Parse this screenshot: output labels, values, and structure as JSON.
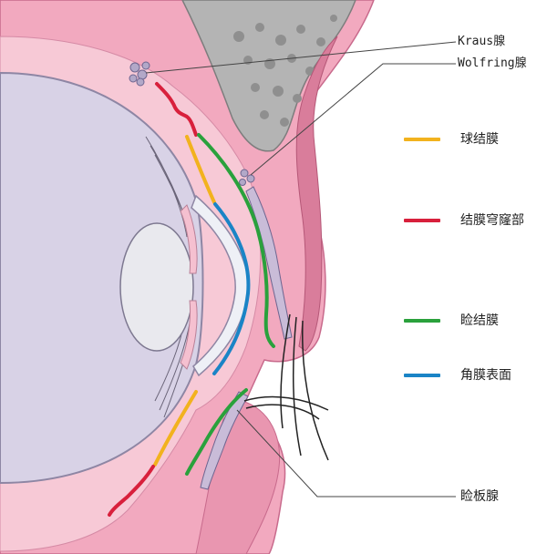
{
  "labels": {
    "kraus": "Kraus腺",
    "wolfring": "Wolfring腺",
    "meibomian": "睑板腺"
  },
  "legend": [
    {
      "key": "bulbar",
      "label": "球结膜",
      "color": "#f2b21e"
    },
    {
      "key": "fornix",
      "label": "结膜穹窿部",
      "color": "#d8203c"
    },
    {
      "key": "palpebral",
      "label": "睑结膜",
      "color": "#2aa13c"
    },
    {
      "key": "cornea",
      "label": "角膜表面",
      "color": "#1a84c6"
    }
  ],
  "colors": {
    "tissue_pink": "#f2a9bf",
    "tissue_light": "#f7c9d6",
    "tissue_dark": "#d97d9b",
    "bone_gray": "#b4b4b4",
    "eyeball": "#d8d2e6",
    "lens": "#e9e9ee",
    "gland": "#b2a8c8"
  }
}
